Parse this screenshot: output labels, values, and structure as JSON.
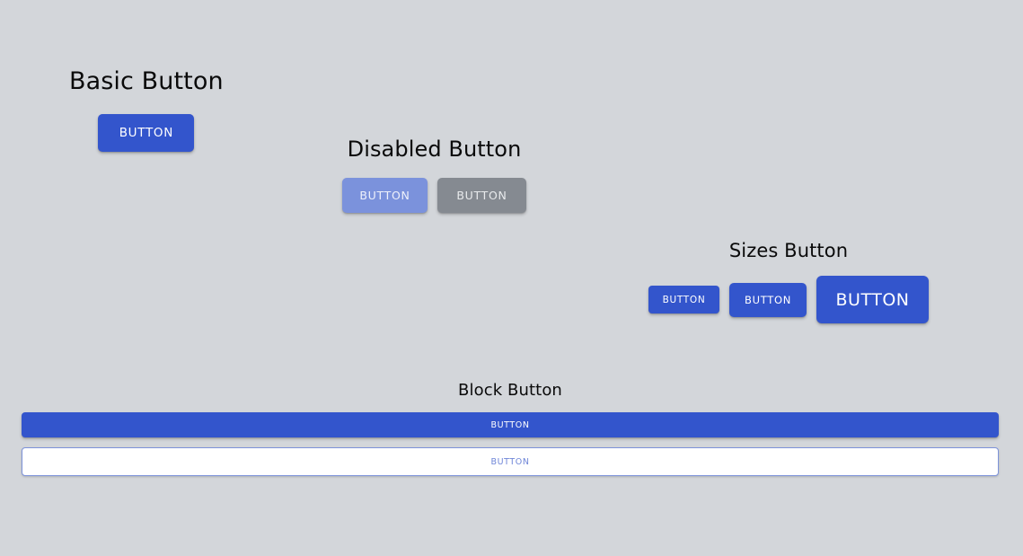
{
  "page": {
    "background_color": "#d3d6da",
    "text_color": "#0a0a0a"
  },
  "theme": {
    "primary_color": "#3355cc",
    "primary_disabled_color": "#7b92dc",
    "secondary_disabled_color": "#858a91",
    "outline_border_color": "#7d93da",
    "outline_text_color": "#6f86d8",
    "button_text_color": "#ffffff"
  },
  "sections": {
    "basic": {
      "title": "Basic Button",
      "button_label": "BUTTON"
    },
    "disabled": {
      "title": "Disabled Button",
      "primary_label": "BUTTON",
      "secondary_label": "BUTTON"
    },
    "sizes": {
      "title": "Sizes Button",
      "small_label": "BUTTON",
      "medium_label": "BUTTON",
      "large_label": "BUTTON"
    },
    "block": {
      "title": "Block Button",
      "filled_label": "BUTTON",
      "outline_label": "BUTTON"
    }
  }
}
